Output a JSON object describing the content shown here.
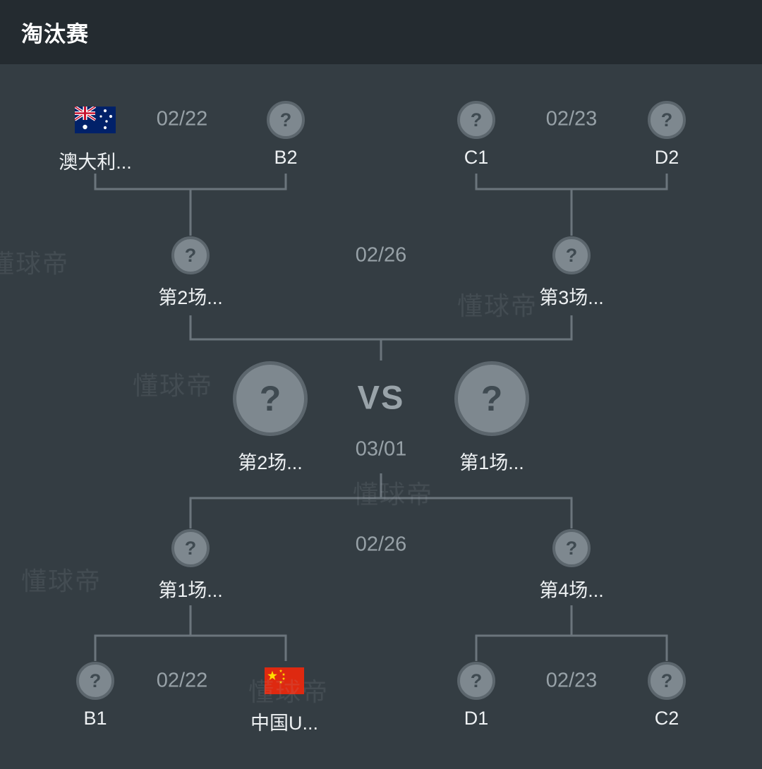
{
  "header": {
    "title": "淘汰赛"
  },
  "watermark": {
    "text": "懂球帝"
  },
  "icons": {
    "question_mark": "?"
  },
  "final": {
    "vs_label": "VS",
    "date": "03/01",
    "left": {
      "label": "第2场..."
    },
    "right": {
      "label": "第1场..."
    }
  },
  "semifinals": {
    "top": {
      "date": "02/26",
      "left": {
        "label": "第2场..."
      },
      "right": {
        "label": "第3场..."
      }
    },
    "bottom": {
      "date": "02/26",
      "left": {
        "label": "第1场..."
      },
      "right": {
        "label": "第4场..."
      }
    }
  },
  "quarterfinals": {
    "top_left": {
      "date": "02/22",
      "left": {
        "label": "澳大利...",
        "flag": "australia"
      },
      "right": {
        "label": "B2"
      }
    },
    "top_right": {
      "date": "02/23",
      "left": {
        "label": "C1"
      },
      "right": {
        "label": "D2"
      }
    },
    "bottom_left": {
      "date": "02/22",
      "left": {
        "label": "B1"
      },
      "right": {
        "label": "中国U...",
        "flag": "china"
      }
    },
    "bottom_right": {
      "date": "02/23",
      "left": {
        "label": "D1"
      },
      "right": {
        "label": "C2"
      }
    }
  },
  "colors": {
    "background": "#343d43",
    "header_background": "#242b30",
    "line": "#6b757c",
    "circle_fill": "#7e888f",
    "circle_ring": "#5c666d",
    "date_text": "#97a1a7",
    "label_text": "#eef1f3"
  }
}
